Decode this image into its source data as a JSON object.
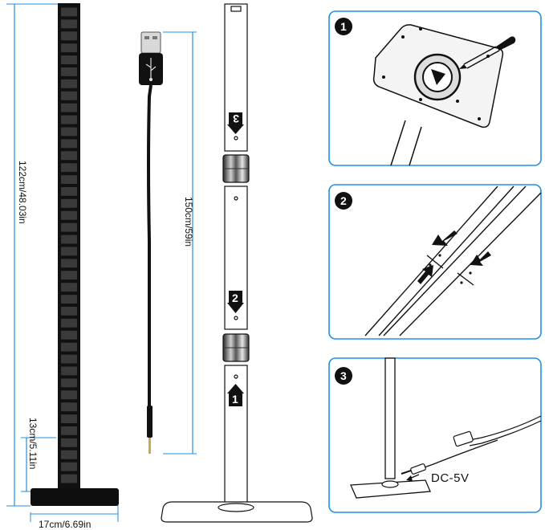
{
  "dimensions": {
    "lamp_height": "122cm/48.03in",
    "base_height": "13cm/5.11in",
    "base_width": "17cm/6.69in",
    "cable_length": "150cm/59in"
  },
  "steps": [
    {
      "number": "1"
    },
    {
      "number": "2"
    },
    {
      "number": "3"
    }
  ],
  "connector_label": "DC-5V",
  "segment_marks": [
    "3",
    "2",
    "1"
  ],
  "colors": {
    "accent": "#1e90e6",
    "dark": "#1a1a1a"
  }
}
